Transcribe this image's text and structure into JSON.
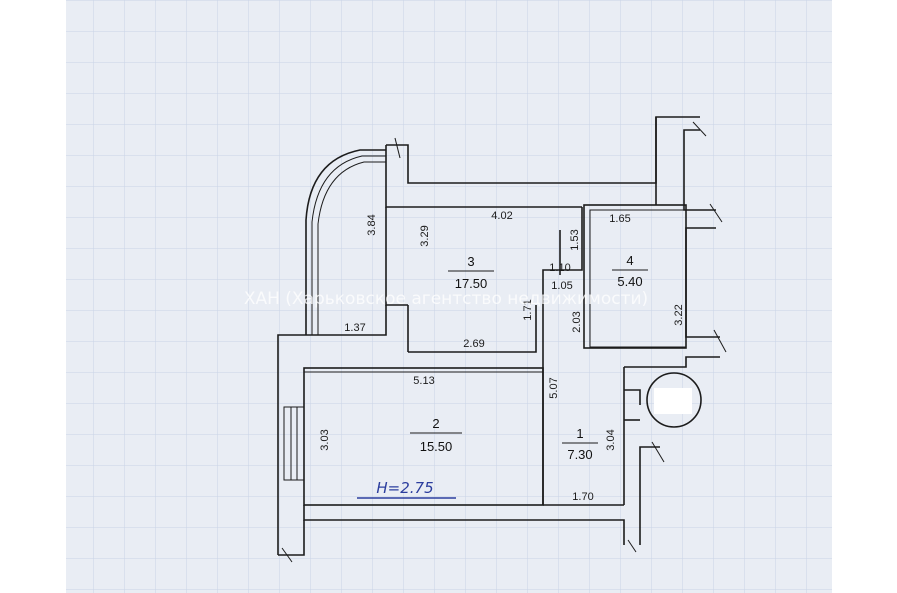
{
  "watermark": "ХАН (Харьковское агентство недвижимости)",
  "ceiling_height": "H=2.75",
  "rooms": [
    {
      "number": "1",
      "area": "7.30"
    },
    {
      "number": "2",
      "area": "15.50"
    },
    {
      "number": "3",
      "area": "17.50"
    },
    {
      "number": "4",
      "area": "5.40"
    }
  ],
  "dimensions": {
    "d_384": "3.84",
    "d_329": "3.29",
    "d_402": "4.02",
    "d_153": "1.53",
    "d_165": "1.65",
    "d_110": "1.10",
    "d_105": "1.05",
    "d_171": "1.71",
    "d_203": "2.03",
    "d_322": "3.22",
    "d_137": "1.37",
    "d_269": "2.69",
    "d_513": "5.13",
    "d_507": "5.07",
    "d_303": "3.03",
    "d_304": "3.04",
    "d_170": "1.70"
  },
  "colors": {
    "paper": "#e9edf4",
    "grid": "#c9d3e6",
    "wall": "#1c1c1c",
    "handwriting": "#2c3e9e"
  }
}
